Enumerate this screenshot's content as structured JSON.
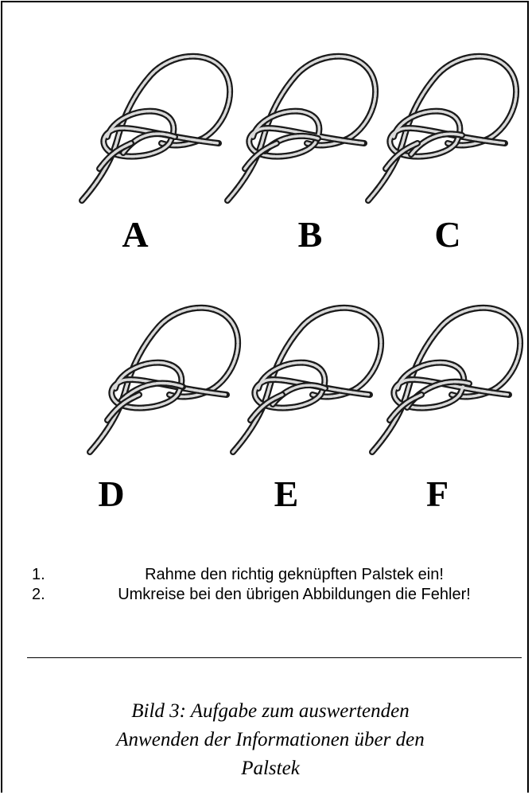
{
  "figure": {
    "panels": [
      {
        "label": "A",
        "icon": "bowline-knot-icon"
      },
      {
        "label": "B",
        "icon": "bowline-knot-icon"
      },
      {
        "label": "C",
        "icon": "bowline-knot-icon"
      },
      {
        "label": "D",
        "icon": "bowline-knot-icon"
      },
      {
        "label": "E",
        "icon": "bowline-knot-icon"
      },
      {
        "label": "F",
        "icon": "bowline-knot-icon"
      }
    ],
    "rope_colors": {
      "outline": "#1a1a1a",
      "core": "#d9d9d9"
    }
  },
  "instructions": [
    {
      "number": "1.",
      "text": "Rahme den richtig geknüpften Palstek ein!"
    },
    {
      "number": "2.",
      "text": "Umkreise bei den übrigen Abbildungen die Fehler!"
    }
  ],
  "caption": {
    "line1": "Bild 3: Aufgabe zum auswertenden",
    "line2": "Anwenden der Informationen über den",
    "line3": "Palstek"
  }
}
